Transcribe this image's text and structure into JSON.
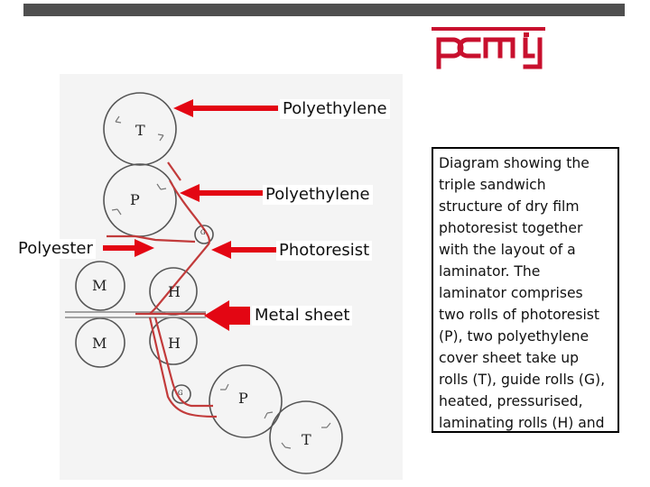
{
  "logo": {
    "text": "pcmi",
    "brand_color": "#c8102e"
  },
  "labels": {
    "polyethylene_top": "Polyethylene",
    "polyethylene_mid": "Polyethylene",
    "polyester": "Polyester",
    "photoresist": "Photoresist",
    "metal_sheet": "Metal sheet"
  },
  "rolls": {
    "t_top": "T",
    "p_top": "P",
    "m_top": "M",
    "m_bottom": "M",
    "h_top": "H",
    "h_bottom": "H",
    "p_bottom": "P",
    "t_bottom": "T",
    "g_top": "G",
    "g_bottom": "G"
  },
  "caption": "Diagram showing the triple sandwich structure of dry film photoresist together with the layout of a laminator.  The laminator comprises two rolls of photoresist (P), two polyethylene cover sheet take up rolls (T), guide rolls (G), heated, pressurised, laminating rolls (H) and motor-driven rolls (M).",
  "colors": {
    "arrow": "#e30613",
    "film": "#c23b3b",
    "roll_outline": "#555555"
  }
}
